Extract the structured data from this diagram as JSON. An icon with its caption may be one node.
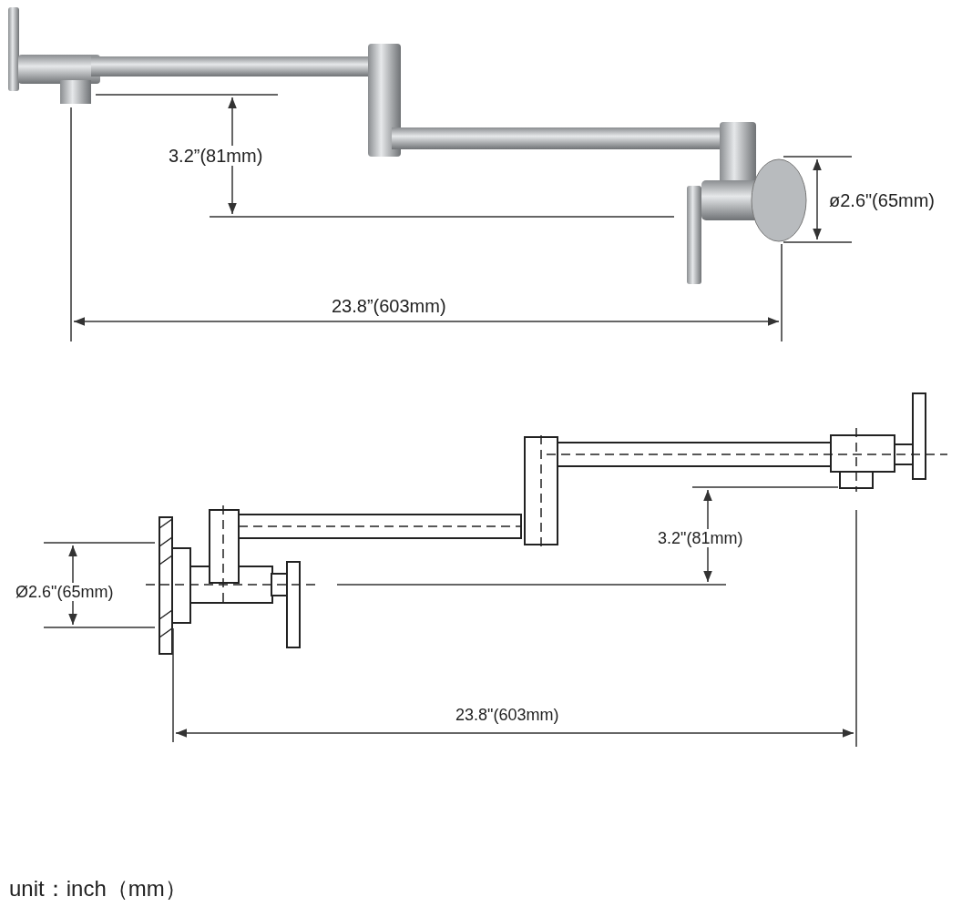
{
  "diagram": {
    "labels": [
      "3.2”(81mm)",
      "ø2.6\"(65mm)",
      "23.8”(603mm)",
      "3.2\"(81mm)",
      "Ø2.6\"(65mm)",
      "23.8\"(603mm)",
      "unit：inch（mm）"
    ]
  }
}
